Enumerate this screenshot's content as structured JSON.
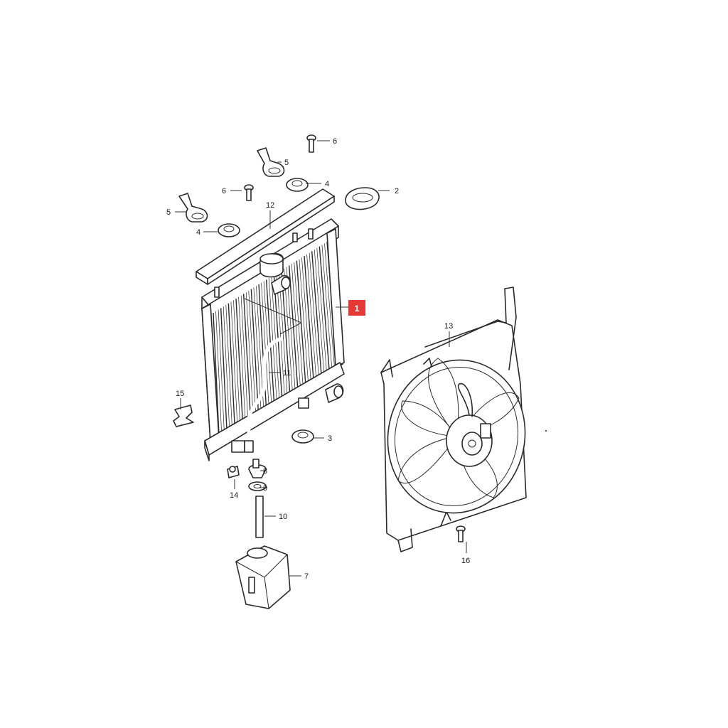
{
  "diagram": {
    "callouts": [
      {
        "id": "1",
        "label": "1",
        "highlighted": true
      },
      {
        "id": "2",
        "label": "2"
      },
      {
        "id": "3",
        "label": "3"
      },
      {
        "id": "4a",
        "label": "4"
      },
      {
        "id": "4b",
        "label": "4"
      },
      {
        "id": "5a",
        "label": "5"
      },
      {
        "id": "5b",
        "label": "5"
      },
      {
        "id": "6a",
        "label": "6"
      },
      {
        "id": "6b",
        "label": "6"
      },
      {
        "id": "7",
        "label": "7"
      },
      {
        "id": "8",
        "label": "8"
      },
      {
        "id": "9",
        "label": "9"
      },
      {
        "id": "10",
        "label": "10"
      },
      {
        "id": "11",
        "label": "11"
      },
      {
        "id": "12",
        "label": "12"
      },
      {
        "id": "13",
        "label": "13"
      },
      {
        "id": "14",
        "label": "14"
      },
      {
        "id": "15",
        "label": "15"
      },
      {
        "id": "16",
        "label": "16"
      }
    ],
    "highlight_color": "#e53935"
  }
}
